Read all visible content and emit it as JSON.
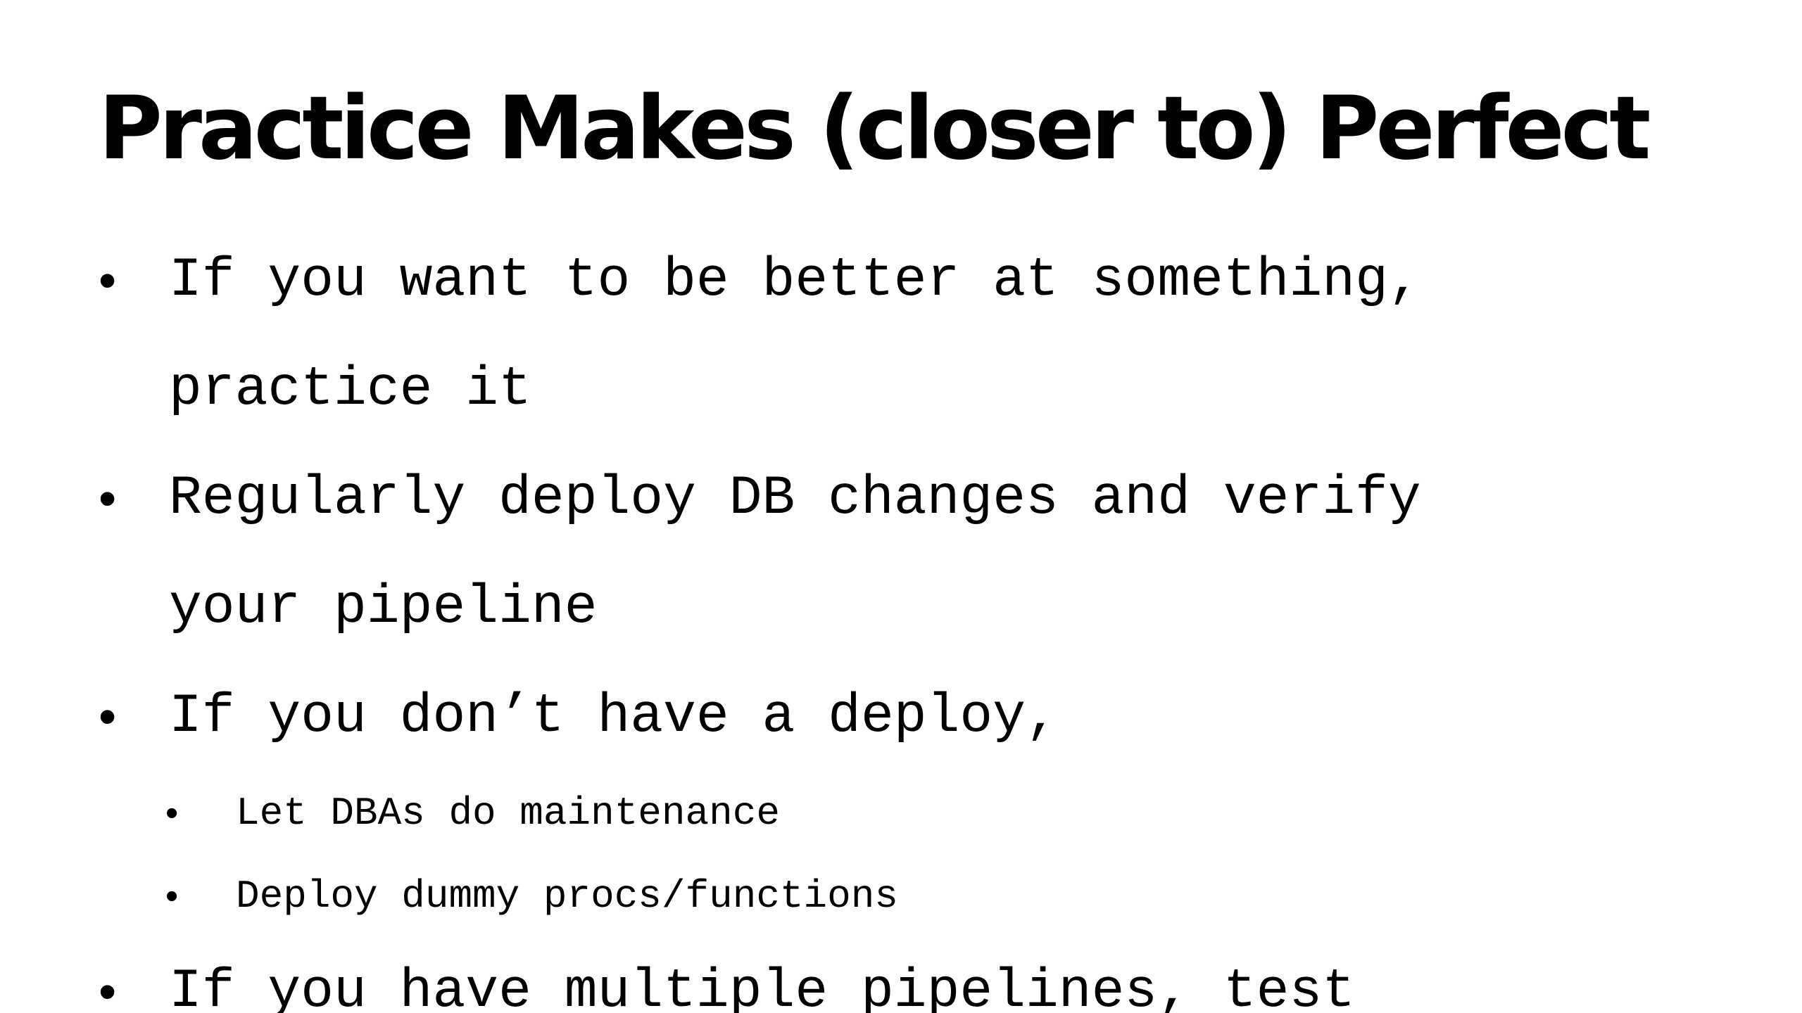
{
  "slide": {
    "title": "Practice Makes (closer to) Perfect",
    "bullet_glyph": "•",
    "bullets": [
      {
        "line1": "If you want to be better at something,",
        "line2": "practice it"
      },
      {
        "line1": "Regularly deploy DB changes and verify",
        "line2": "your pipeline"
      },
      {
        "line1": "If you don’t have a deploy,"
      },
      {
        "line1": "If you have multiple pipelines, test"
      }
    ],
    "sub_bullets": [
      "Let DBAs do maintenance",
      "Deploy dummy procs/functions"
    ]
  }
}
